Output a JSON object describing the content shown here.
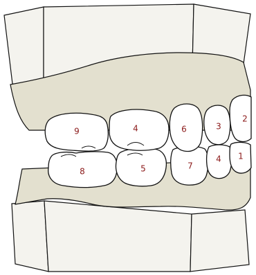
{
  "diagram": {
    "colors": {
      "gum": "#e3e0cf",
      "base": "#f4f3ee",
      "tooth": "#ffffff",
      "outline": "#111111",
      "label": "#8b1a1a"
    },
    "upper_teeth": [
      {
        "id": "upper-1",
        "label": "9"
      },
      {
        "id": "upper-2",
        "label": "4"
      },
      {
        "id": "upper-3",
        "label": "6"
      },
      {
        "id": "upper-4",
        "label": "3"
      },
      {
        "id": "upper-5",
        "label": "2"
      }
    ],
    "lower_teeth": [
      {
        "id": "lower-1",
        "label": "8"
      },
      {
        "id": "lower-2",
        "label": "5"
      },
      {
        "id": "lower-3",
        "label": "7"
      },
      {
        "id": "lower-4",
        "label": "4"
      },
      {
        "id": "lower-5",
        "label": "1"
      }
    ]
  }
}
